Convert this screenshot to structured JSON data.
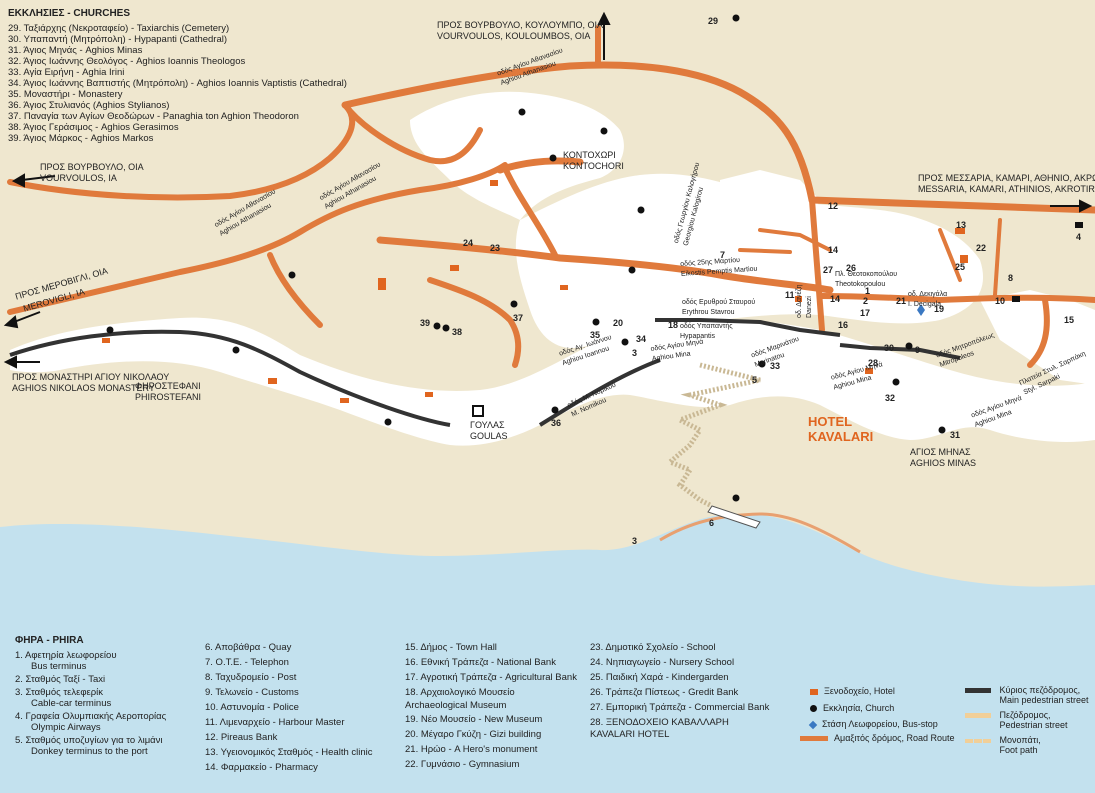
{
  "colors": {
    "road": "#e07a3c",
    "sea": "#c3e1ee",
    "land": "#efe7cf",
    "town": "#ffffff",
    "pedestrian": "#333333",
    "hotel": "#e0651f"
  },
  "churches": {
    "heading": "ΕΚΚΛΗΣΙΕΣ - CHURCHES",
    "items": [
      "29. Ταξιάρχης (Νεκροταφείο) - Taxiarchis (Cemetery)",
      "30. Υπαπαντή (Μητρόπολη) - Hypapanti (Cathedral)",
      "31. Άγιος Μηνάς - Aghios Minas",
      "32. Άγιος Ιωάννης Θεολόγος - Aghios Ioannis Theologos",
      "33. Αγία Ειρήνη - Aghia Irini",
      "34. Άγιος Ιωάννης Βαπτιστής (Μητρόπολη) - Aghios Ioannis Vaptistis (Cathedral)",
      "35. Μοναστήρι - Monastery",
      "36. Άγιος Στυλιανός (Aghios Stylianos)",
      "37. Παναγία των Αγίων Θεοδώρων - Panaghia ton Aghion Theodoron",
      "38. Άγιος Γεράσιμος - Aghios Gerasimos",
      "39. Άγιος Μάρκος - Aghios Markos"
    ]
  },
  "places": {
    "vourvoulos_top_gr": "ΠΡΟΣ ΒΟΥΡΒΟΥΛΟ, ΚΟΥΛΟΥΜΠΟ, ΟΙΑ",
    "vourvoulos_top_en": "VOURVOULOS, KOULOUMBOS, OIA",
    "vourvoulos_left_gr": "ΠΡΟΣ ΒΟΥΡΒΟΥΛΟ, ΟΙΑ",
    "vourvoulos_left_en": "VOURVOULOS, IA",
    "messaria_gr": "ΠΡΟΣ ΜΕΣΣΑΡΙΑ, ΚΑΜΑΡΙ, ΑΘΗΝΙΟ, ΑΚΡΩΤΗΡΙ",
    "messaria_en": "MESSARIA, KAMARI, ATHINIOS, AKROTIRI",
    "merovigli_gr": "ΠΡΟΣ ΜΕΡΟΒΙΓΛΙ, ΟΙΑ",
    "merovigli_en": "MEROVIGLI, IA",
    "monastery_gr": "ΠΡΟΣ ΜΟΝΑΣΤΗΡΙ ΑΓΙΟΥ ΝΙΚΟΛΑΟΥ",
    "monastery_en": "AGHIOS NIKOLAOS MONASTERY",
    "firostefani_gr": "ΦΗΡΟΣΤΕΦΑΝΙ",
    "firostefani_en": "PHIROSTEFANI",
    "kontochori_gr": "ΚΟΝΤΟΧΩΡΙ",
    "kontochori_en": "KONTOCHORI",
    "goulas_gr": "ΓΟΥΛΑΣ",
    "goulas_en": "GOULAS",
    "aghios_minas_gr": "ΑΓΙΟΣ ΜΗΝΑΣ",
    "aghios_minas_en": "AGHIOS MINAS",
    "hotel_1": "HOTEL",
    "hotel_2": "KAVALARI"
  },
  "streets": {
    "athanasiou1_gr": "οδός Αγίου Αθανασίου",
    "athanasiou1_en": "Aghiou Athanasiou",
    "athanasiou2_gr": "οδός Αγίου Αθανασίου",
    "athanasiou2_en": "Aghiou Athanasiou",
    "athanasiou3_gr": "οδός Αγίου Αθανασίου",
    "athanasiou3_en": "Aghiou Athanasiou",
    "kalogirou_gr": "οδός Γεωργίου Καλογήρου",
    "kalogirou_en": "Georgiou Kalogirou",
    "martiou_gr": "οδός 25ης Μαρτίου",
    "martiou_en": "Eikostis Pemptis Martiou",
    "erythrou_gr": "οδός Ερυθρού Σταυρού",
    "erythrou_en": "Erythrou Stavrou",
    "ypapantis_gr": "οδός Υπαπαντής",
    "ypapantis_en": "Hypapantis",
    "danezi_gr": "οδ. Δανέζη",
    "danezi_en": "Danezi",
    "theotokopoulou_gr": "Πλ. Θεοτοκοπούλου",
    "theotokopoulou_en": "Theotokopoulou",
    "decigala_gr": "οδ. Δεκιγάλα",
    "decigala_en": "I. Decigala",
    "ioannou_gr": "οδός Αγ. Ιωάννου",
    "ioannou_en": "Aghiou Ioannou",
    "mina1_gr": "οδός Αγίου Μηνά",
    "mina1_en": "Aghiou Mina",
    "marinatou_gr": "οδός Μαρινάτου",
    "marinatou_en": "Marinatou",
    "nomikou_gr": "οδός Μ. Νομικού",
    "nomikou_en": "M. Nomikou",
    "mina2_gr": "οδός Αγίου Μηνά",
    "mina2_en": "Aghiou Mina",
    "mina3_gr": "οδός Αγίου Μηνά",
    "mina3_en": "Aghiou Mina",
    "mitropoleos_gr": "οδός Μητροπόλεως",
    "mitropoleos_en": "Mitropoleos",
    "sarpaki_gr": "Πλατεία Στυλ. Σαρπάκη",
    "sarpaki_en": "Styl. Sarpaki"
  },
  "markers": {
    "m1": "1",
    "m2": "2",
    "m3": "3",
    "m3b": "3",
    "m4": "4",
    "m5": "5",
    "m6": "6",
    "m7": "7",
    "m8": "8",
    "m9": "9",
    "m10": "10",
    "m11": "11",
    "m12": "12",
    "m13": "13",
    "m14": "14",
    "m14b": "14",
    "m15": "15",
    "m16": "16",
    "m17": "17",
    "m18": "18",
    "m19": "19",
    "m20": "20",
    "m21": "21",
    "m22": "22",
    "m23": "23",
    "m24": "24",
    "m25": "25",
    "m26": "26",
    "m27": "27",
    "m28": "28",
    "m29": "29",
    "m30": "30",
    "m31": "31",
    "m32": "32",
    "m33": "33",
    "m34": "34",
    "m35": "35",
    "m36": "36",
    "m37": "37",
    "m38": "38",
    "m39": "39"
  },
  "phira": {
    "heading": "ΦΗΡΑ - PHIRA",
    "col1": [
      {
        "gr": "1.  Αφετηρία λεωφορείου",
        "en": "Bus terminus"
      },
      {
        "gr": "2.  Σταθμός Ταξί - Taxi",
        "en": ""
      },
      {
        "gr": "3.  Σταθμός τελεφερίκ",
        "en": "Cable-car terminus"
      },
      {
        "gr": "4.  Γραφεία Ολυμπιακής Αεροπορίας",
        "en": "Olympic Airways"
      },
      {
        "gr": "5.  Σταθμός υποζυγίων για το λιμάνι",
        "en": "Donkey terminus to the port"
      }
    ],
    "col2": [
      "6.  Αποβάθρα - Quay",
      "7.  Ο.Τ.Ε. - Telephon",
      "8.  Ταχυδρομείο - Post",
      "9.  Τελωνείο - Customs",
      "10. Αστυνομία - Police",
      "11. Λιμεναρχείο - Harbour Master",
      "12. Pireaus Bank",
      "13. Υγειονομικός Σταθμός - Health clinic",
      "14. Φαρμακείο - Pharmacy"
    ],
    "col3": [
      "15. Δήμος - Town Hall",
      "16. Εθνική Τράπεζα - National Bank",
      "17. Αγροτική Τράπεζα - Agricultural Bank",
      "18. Αρχαιολογικό Μουσείο",
      "      Archaeological Museum",
      "19. Νέο Μουσείο - New Museum",
      "20. Μέγαρο Γκύζη - Gizi building",
      "21. Ηρώο - A Hero's monument",
      "22. Γυμνάσιο - Gymnasium"
    ],
    "col4": [
      "23. Δημοτικό Σχολείο - School",
      "24. Νηπιαγωγείο - Nursery School",
      "25. Παιδική Χαρά - Kindergarden",
      "26. Τράπεζα Πίστεως - Gredit Bank",
      "27. Εμπορική Τράπεζα - Commercial Bank",
      "28. ΞΕΝΟΔΟΧΕΙΟ ΚΑΒΑΛΛΑΡΗ",
      "      KAVALARI HOTEL"
    ]
  },
  "legend": {
    "hotel": "Ξενοδοχείο, Hotel",
    "church": "Εκκλησία, Church",
    "busstop": "Στάση Λεωφορείου, Bus-stop",
    "road": "Αμαξιτός δρόμος, Road Route",
    "main_ped_gr": "Κύριος πεζόδρομος,",
    "main_ped_en": "Main pedestrian street",
    "ped_gr": "Πεζόδρομος,",
    "ped_en": "Pedestrian street",
    "foot_gr": "Μονοπάτι,",
    "foot_en": "Foot path"
  }
}
